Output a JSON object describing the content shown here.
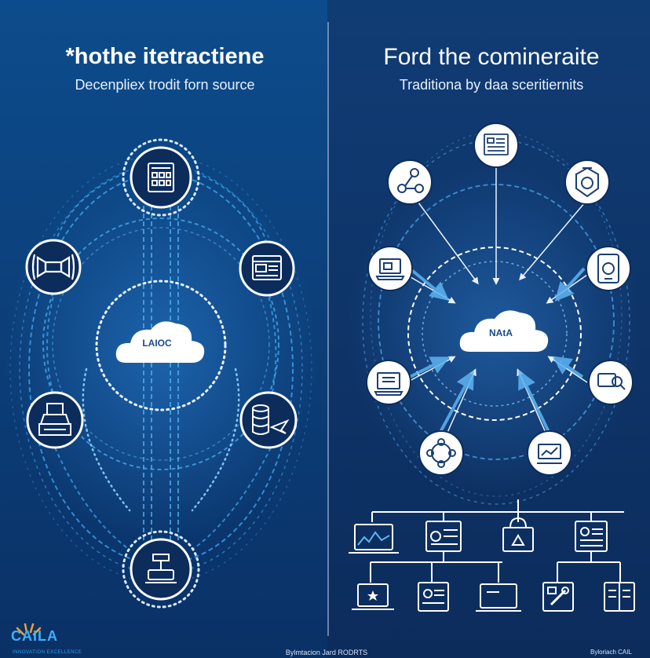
{
  "left_panel": {
    "title": "*hothe itetractiene",
    "subtitle": "Decenpliex trodit forn source",
    "cloud_label": "LAIOC"
  },
  "right_panel": {
    "title": "Ford the cominer­aite",
    "subtitle": "Traditiona by daa sceritiernits",
    "cloud_label": "NAtA"
  },
  "branding": {
    "logo_text": "CAILA",
    "logo_subtext": "INNOVATION EXCELLENCE"
  },
  "footer": {
    "center_text": "Bylmtacion Jard RODRTS",
    "right_text": "Byloriach CAIL"
  },
  "colors": {
    "background": "#0b2d5c",
    "accent": "#3fa9f5",
    "node_fill": "#ffffff",
    "icon": "#1c3f73"
  }
}
